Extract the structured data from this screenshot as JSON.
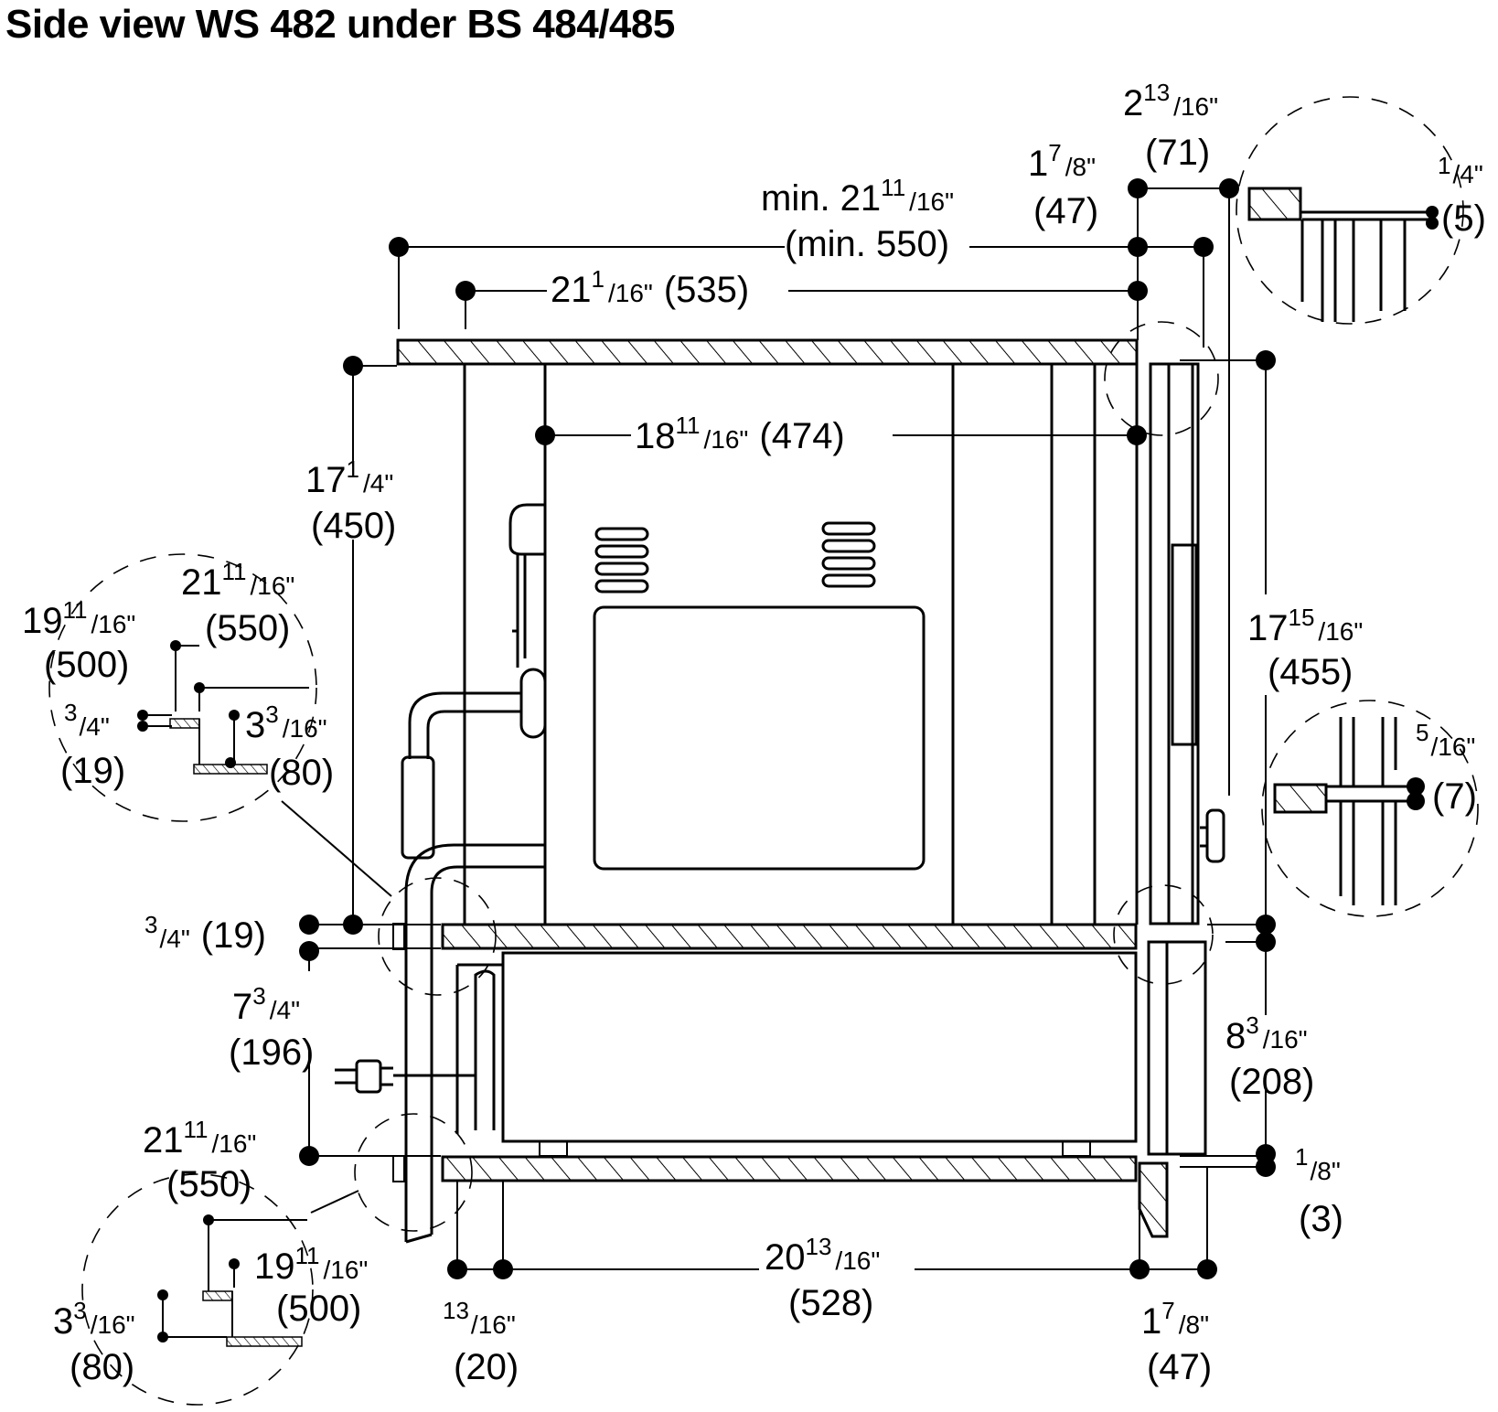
{
  "title": "Side view WS 482 under BS 484/485",
  "dimensions": {
    "top_2_13_16": {
      "whole": "2",
      "num": "13",
      "den": "16\"",
      "metric": "(71)"
    },
    "top_1_7_8": {
      "whole": "1",
      "num": "7",
      "den": "8\"",
      "metric": "(47)"
    },
    "min_width": {
      "prefix": "min. 21",
      "num": "11",
      "den": "16\"",
      "metric": "(min. 550)"
    },
    "width_535": {
      "whole": "21",
      "num": "1",
      "den": "16\"",
      "metric": "(535)"
    },
    "gap_1_4": {
      "num": "1",
      "den": "4\"",
      "metric": "(5)"
    },
    "depth_474": {
      "whole": "18",
      "num": "11",
      "den": "16\"",
      "metric": "(474)"
    },
    "height_450": {
      "whole": "17",
      "num": "1",
      "den": "4\"",
      "metric": "(450)"
    },
    "height_455": {
      "whole": "17",
      "num": "15",
      "den": "16\"",
      "metric": "(455)"
    },
    "detail_550": {
      "whole": "21",
      "num": "11",
      "den": "16\"",
      "metric": "(550)"
    },
    "detail_500": {
      "whole": "19",
      "num": "11",
      "den": "16\"",
      "metric": "(500)"
    },
    "detail_3_4": {
      "num": "3",
      "den": "4\"",
      "metric": "(19)"
    },
    "detail_80": {
      "whole": "3",
      "num": "3",
      "den": "16\"",
      "metric": "(80)"
    },
    "gap_5_16": {
      "num": "5",
      "den": "16\"",
      "metric": "(7)"
    },
    "shelf_3_4": {
      "num": "3",
      "den": "4\"",
      "metric": "(19)"
    },
    "drawer_196": {
      "whole": "7",
      "num": "3",
      "den": "4\"",
      "metric": "(196)"
    },
    "drawer_208": {
      "whole": "8",
      "num": "3",
      "den": "16\"",
      "metric": "(208)"
    },
    "bottom_550": {
      "whole": "21",
      "num": "11",
      "den": "16\"",
      "metric": "(550)"
    },
    "gap_1_8": {
      "num": "1",
      "den": "8\"",
      "metric": "(3)"
    },
    "bottom_500": {
      "whole": "19",
      "num": "11",
      "den": "16\"",
      "metric": "(500)"
    },
    "bottom_80": {
      "whole": "3",
      "num": "3",
      "den": "16\"",
      "metric": "(80)"
    },
    "width_528": {
      "whole": "20",
      "num": "13",
      "den": "16\"",
      "metric": "(528)"
    },
    "bottom_13_16": {
      "num": "13",
      "den": "16\"",
      "metric": "(20)"
    },
    "bottom_1_7_8": {
      "whole": "1",
      "num": "7",
      "den": "8\"",
      "metric": "(47)"
    }
  }
}
